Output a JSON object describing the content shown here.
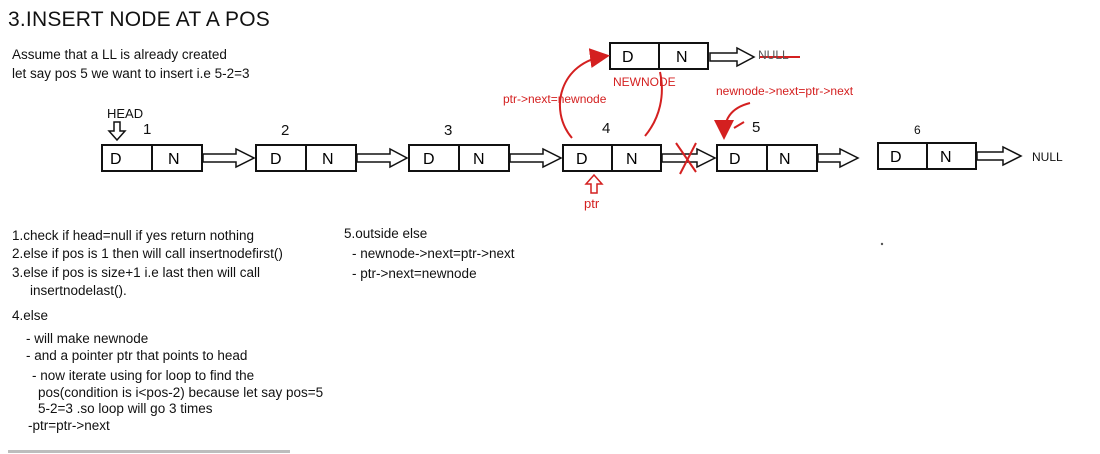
{
  "title": "3.INSERT NODE AT A POS",
  "intro": {
    "line1": "Assume that a LL is already created",
    "line2": "let say pos 5 we want to insert  i.e 5-2=3"
  },
  "diagram": {
    "head_label": "HEAD",
    "data_letter": "D",
    "next_letter": "N",
    "positions": [
      "1",
      "2",
      "3",
      "4",
      "5",
      "6"
    ],
    "null_label": "NULL",
    "newnode_label": "NEWNODE",
    "newnode_null": "NULL",
    "ptr_next_assign": "ptr->next=newnode",
    "newnode_next_assign": "newnode->next=ptr->next",
    "ptr_label": "ptr",
    "colors": {
      "annotation": "#d42020",
      "ink": "#111111"
    }
  },
  "steps": {
    "s1": "1.check if head=null if yes return nothing",
    "s2": "2.else if pos is 1 then will call insertnodefirst()",
    "s3a": "3.else if pos is size+1 i.e last then will call",
    "s3b": "insertnodelast().",
    "s4": "4.else",
    "s4a": "- will make newnode",
    "s4b": "- and a pointer ptr that points to head",
    "s4c": "- now iterate using for loop to find the",
    "s4d": "pos(condition is i<pos-2) because let say pos=5",
    "s4e": "5-2=3 .so loop will go 3 times",
    "s4f": "-ptr=ptr->next",
    "s5": "5.outside else",
    "s5a": "- newnode->next=ptr->next",
    "s5b": "- ptr->next=newnode"
  }
}
